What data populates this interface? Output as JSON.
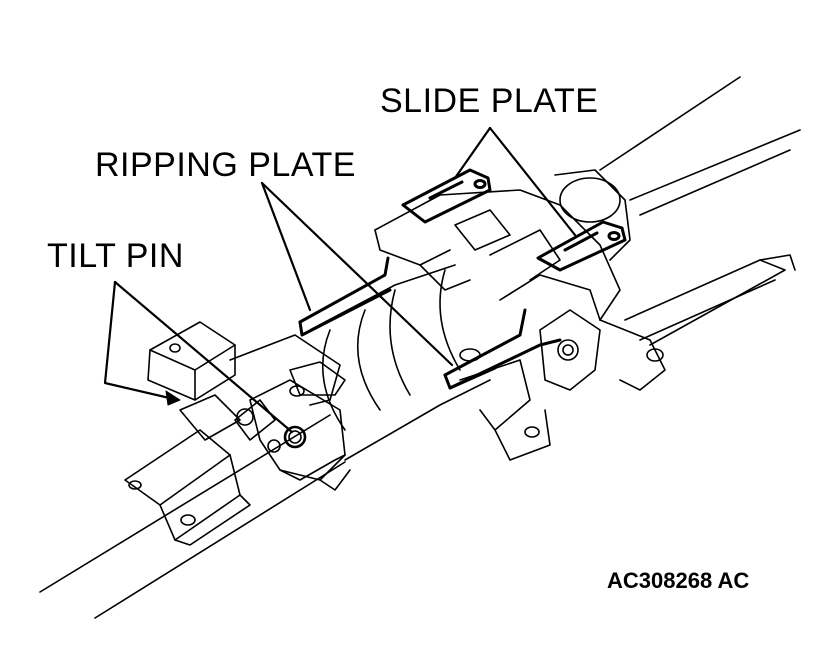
{
  "labels": {
    "slide_plate": "SLIDE PLATE",
    "ripping_plate": "RIPPING PLATE",
    "tilt_pin": "TILT PIN",
    "figure_code": "AC308268 AC"
  },
  "colors": {
    "ink": "#000000",
    "background": "#ffffff"
  }
}
